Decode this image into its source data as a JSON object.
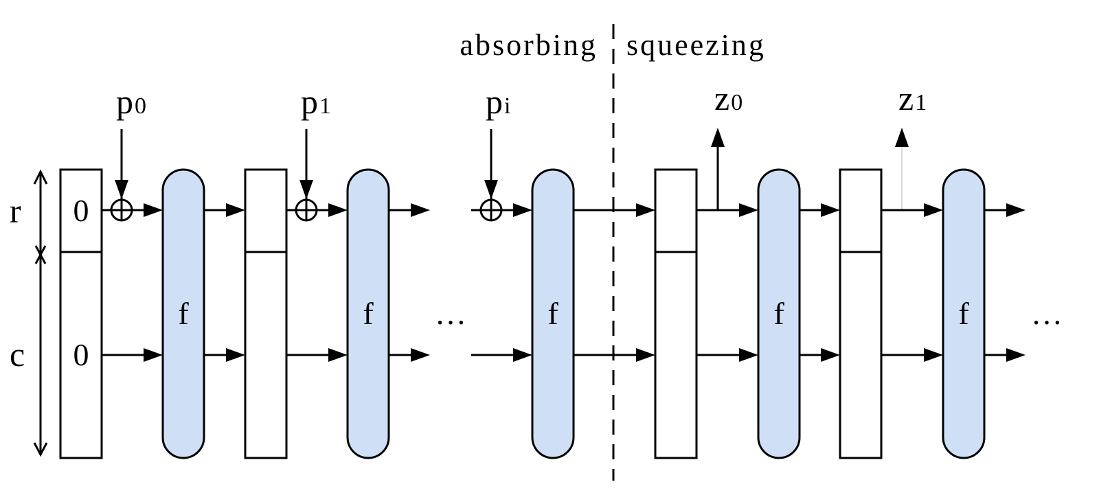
{
  "diagram": {
    "title": "Sponge construction",
    "phases": {
      "left": "absorbing",
      "right": "squeezing"
    },
    "state_labels": {
      "rate": "r",
      "capacity": "c"
    },
    "initial_state": {
      "rate_value": "0",
      "capacity_value": "0"
    },
    "function_label": "f",
    "inputs": [
      {
        "base": "p",
        "sub": "0"
      },
      {
        "base": "p",
        "sub": "1"
      },
      {
        "base": "p",
        "sub": "i"
      }
    ],
    "outputs": [
      {
        "base": "z",
        "sub": "0"
      },
      {
        "base": "z",
        "sub": "1"
      }
    ],
    "ellipsis": "…",
    "colors": {
      "function_fill": "#cfe0f6",
      "stroke": "#000000",
      "background": "#ffffff"
    }
  }
}
